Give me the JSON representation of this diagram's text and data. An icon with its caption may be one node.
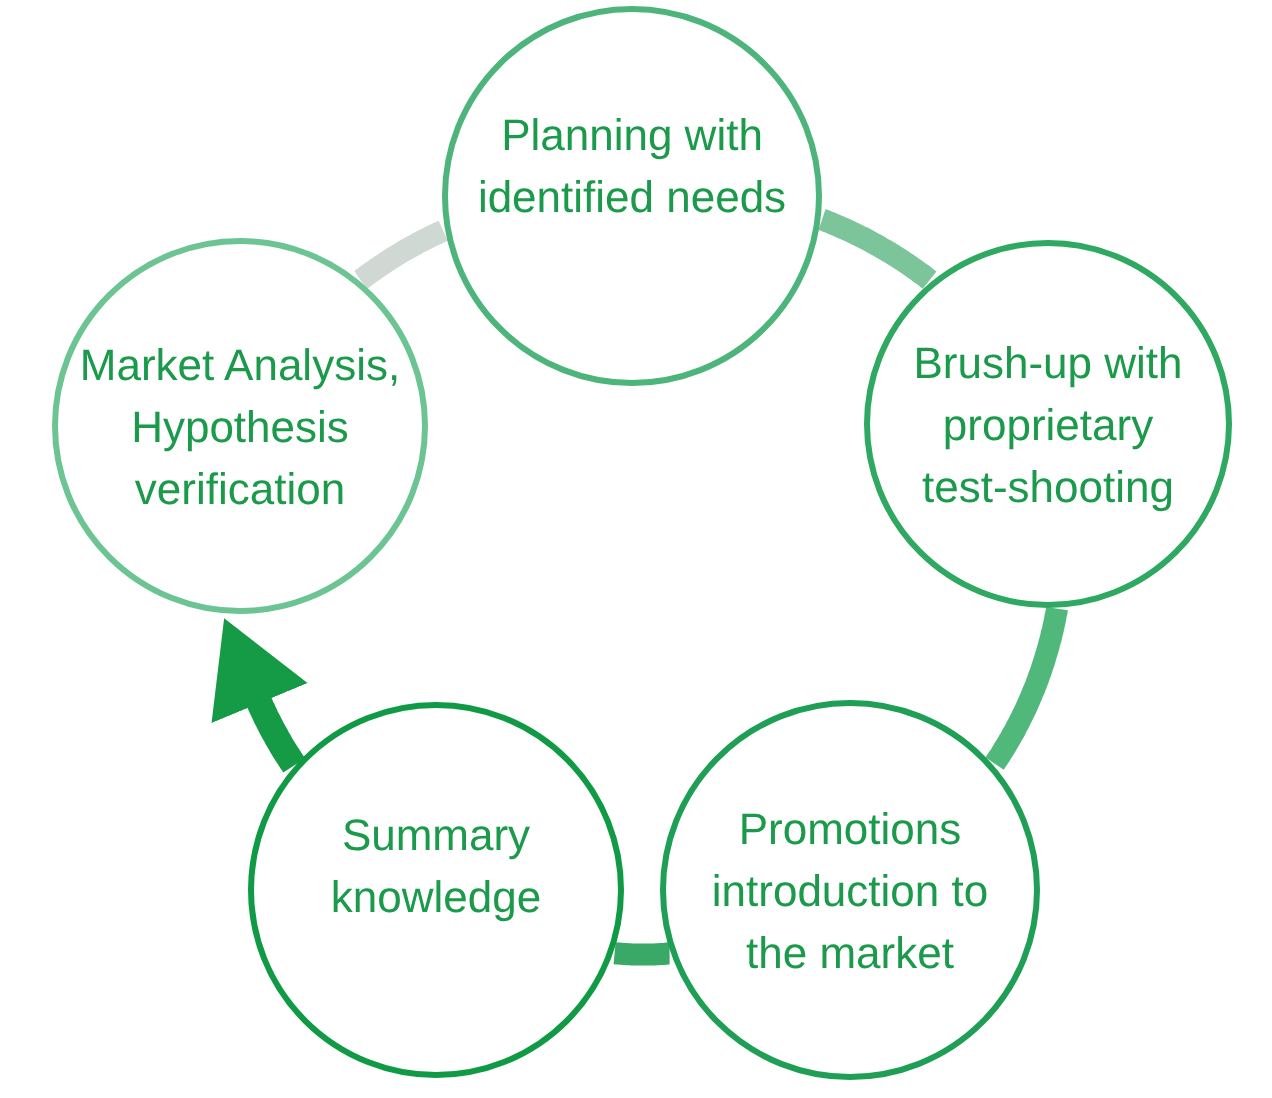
{
  "diagram": {
    "nodes": [
      {
        "text": [
          "Planning with identified needs"
        ]
      },
      {
        "text": [
          "Brush-up with proprietary test-shooting"
        ]
      },
      {
        "text": [
          "Promotions introduction to the market"
        ]
      },
      {
        "text": [
          "Summary knowledge"
        ]
      },
      {
        "text": [
          "Market Analysis, Hypothesis verification"
        ]
      }
    ],
    "edges": [
      {
        "from": 4,
        "to": 0,
        "arrow": "none",
        "color": "#cfd8d3"
      },
      {
        "from": 0,
        "to": 1,
        "arrow": "none",
        "color": "#7cc49a"
      },
      {
        "from": 1,
        "to": 2,
        "arrow": "none",
        "color": "#50b87a"
      },
      {
        "from": 2,
        "to": 3,
        "arrow": "none",
        "color": "#3aa866"
      },
      {
        "from": 3,
        "to": 4,
        "arrow": "to",
        "color": "#159a45"
      }
    ]
  }
}
